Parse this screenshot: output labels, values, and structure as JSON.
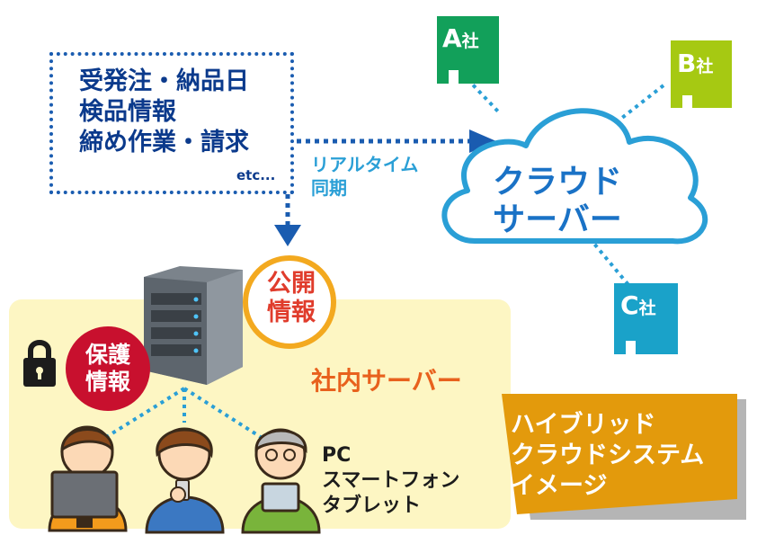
{
  "data_box": {
    "lines": [
      "受発注・納品日",
      "検品情報",
      "締め作業・請求"
    ],
    "etc": "etc..."
  },
  "sync_label": [
    "リアルタイム",
    "同期"
  ],
  "cloud": {
    "lines": [
      "クラウド",
      "サーバー"
    ]
  },
  "companies": [
    {
      "letter": "A",
      "suffix": "社",
      "color": "#12a05a"
    },
    {
      "letter": "B",
      "suffix": "社",
      "color": "#a6c912"
    },
    {
      "letter": "C",
      "suffix": "社",
      "color": "#1aa2c9"
    }
  ],
  "public_info": [
    "公開",
    "情報"
  ],
  "protected_info": [
    "保護",
    "情報"
  ],
  "server_label": "社内サーバー",
  "devices": [
    "PC",
    "スマートフォン",
    "タブレット"
  ],
  "hybrid": [
    "ハイブリッド",
    "クラウドシステム",
    "イメージ"
  ],
  "colors": {
    "dotted_blue": "#1a5cb0",
    "light_blue": "#2a9fd6",
    "cloud_stroke": "#2a9fd6",
    "server_zone": "#fdf6c3",
    "public_ring": "#f3a91f",
    "protected_circle": "#c8102e",
    "hybrid_bg": "#e39a0c",
    "hybrid_shadow": "#b5b5b5"
  },
  "icons": [
    "lock-icon",
    "server-rack-icon",
    "cloud-icon",
    "building-icon",
    "person-pc-icon",
    "person-smartphone-icon",
    "person-tablet-icon"
  ]
}
